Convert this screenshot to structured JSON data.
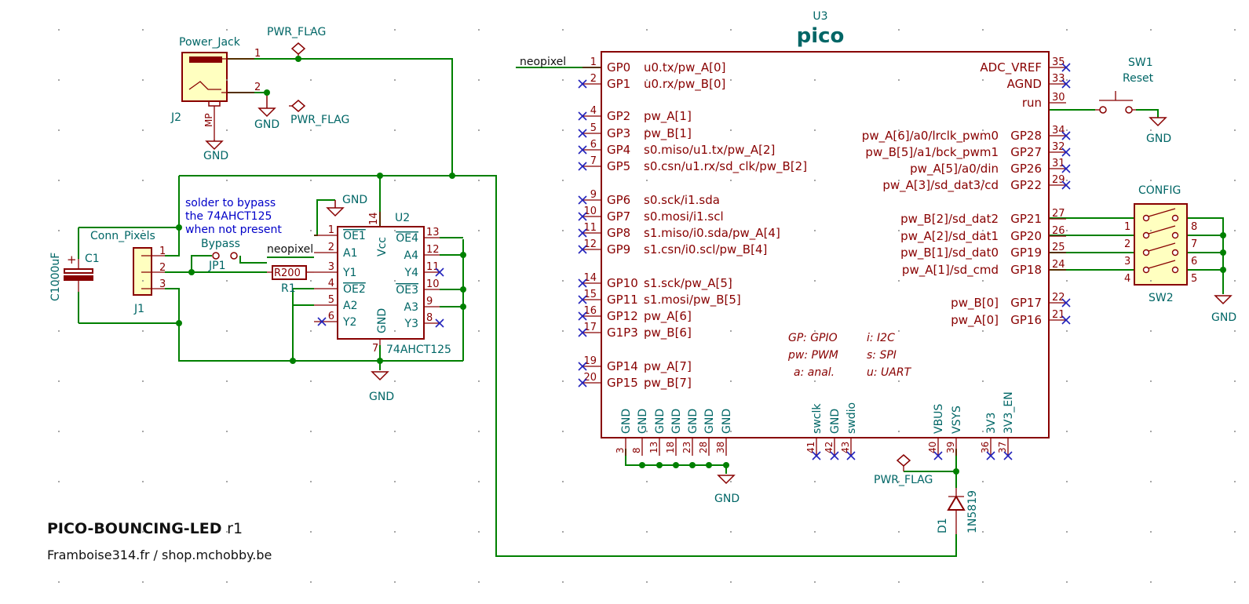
{
  "title_block": {
    "title": "PICO-BOUNCING-LED",
    "revision": "r1",
    "company": "Framboise314.fr / shop.mchobby.be"
  },
  "u3": {
    "ref": "U3",
    "logo": "pico",
    "left_pins": [
      {
        "num": "1",
        "name": "GP0",
        "func": "u0.tx/pw_A[0]"
      },
      {
        "num": "2",
        "name": "GP1",
        "func": "u0.rx/pw_B[0]"
      },
      {
        "num": "4",
        "name": "GP2",
        "func": "pw_A[1]"
      },
      {
        "num": "5",
        "name": "GP3",
        "func": "pw_B[1]"
      },
      {
        "num": "6",
        "name": "GP4",
        "func": "s0.miso/u1.tx/pw_A[2]"
      },
      {
        "num": "7",
        "name": "GP5",
        "func": "s0.csn/u1.rx/sd_clk/pw_B[2]"
      },
      {
        "num": "9",
        "name": "GP6",
        "func": "s0.sck/i1.sda"
      },
      {
        "num": "10",
        "name": "GP7",
        "func": "s0.mosi/i1.scl"
      },
      {
        "num": "11",
        "name": "GP8",
        "func": "s1.miso/i0.sda/pw_A[4]"
      },
      {
        "num": "12",
        "name": "GP9",
        "func": "s1.csn/i0.scl/pw_B[4]"
      },
      {
        "num": "14",
        "name": "GP10",
        "func": "s1.sck/pw_A[5]"
      },
      {
        "num": "15",
        "name": "GP11",
        "func": "s1.mosi/pw_B[5]"
      },
      {
        "num": "16",
        "name": "GP12",
        "func": "pw_A[6]"
      },
      {
        "num": "17",
        "name": "G1P3",
        "func": "pw_B[6]"
      },
      {
        "num": "19",
        "name": "GP14",
        "func": "pw_A[7]"
      },
      {
        "num": "20",
        "name": "GP15",
        "func": "pw_B[7]"
      }
    ],
    "right_pins": [
      {
        "num": "35",
        "name": "ADC_VREF",
        "func": ""
      },
      {
        "num": "33",
        "name": "AGND",
        "func": ""
      },
      {
        "num": "30",
        "name": "run",
        "func": ""
      },
      {
        "num": "34",
        "name": "GP28",
        "func": "pw_A[6]/a0/lrclk_pwm0"
      },
      {
        "num": "32",
        "name": "GP27",
        "func": "pw_B[5]/a1/bck_pwm1"
      },
      {
        "num": "31",
        "name": "GP26",
        "func": "pw_A[5]/a0/din"
      },
      {
        "num": "29",
        "name": "GP22",
        "func": "pw_A[3]/sd_dat3/cd"
      },
      {
        "num": "27",
        "name": "GP21",
        "func": "pw_B[2]/sd_dat2"
      },
      {
        "num": "26",
        "name": "GP20",
        "func": "pw_A[2]/sd_dat1"
      },
      {
        "num": "25",
        "name": "GP19",
        "func": "pw_B[1]/sd_dat0"
      },
      {
        "num": "24",
        "name": "GP18",
        "func": "pw_A[1]/sd_cmd"
      },
      {
        "num": "22",
        "name": "GP17",
        "func": "pw_B[0]"
      },
      {
        "num": "21",
        "name": "GP16",
        "func": "pw_A[0]"
      }
    ],
    "bottom_pins": [
      {
        "num": "3",
        "name": "GND"
      },
      {
        "num": "8",
        "name": "GND"
      },
      {
        "num": "13",
        "name": "GND"
      },
      {
        "num": "18",
        "name": "GND"
      },
      {
        "num": "23",
        "name": "GND"
      },
      {
        "num": "28",
        "name": "GND"
      },
      {
        "num": "38",
        "name": "GND"
      },
      {
        "num": "41",
        "name": "swclk"
      },
      {
        "num": "42",
        "name": "GND"
      },
      {
        "num": "43",
        "name": "swdio"
      },
      {
        "num": "40",
        "name": "VBUS"
      },
      {
        "num": "39",
        "name": "VSYS"
      },
      {
        "num": "36",
        "name": "3V3"
      },
      {
        "num": "37",
        "name": "3V3_EN"
      }
    ],
    "legend": [
      {
        "k": "GP: GPIO",
        "v": "i: I2C"
      },
      {
        "k": "pw: PWM",
        "v": "s: SPI"
      },
      {
        "k": "a: anal.",
        "v": "u: UART"
      }
    ]
  },
  "u2": {
    "ref": "U2",
    "value": "74AHCT125",
    "left_pins": [
      {
        "num": "1",
        "name": "OE1"
      },
      {
        "num": "2",
        "name": "A1"
      },
      {
        "num": "3",
        "name": "Y1"
      },
      {
        "num": "4",
        "name": "OE2"
      },
      {
        "num": "5",
        "name": "A2"
      },
      {
        "num": "6",
        "name": "Y2"
      }
    ],
    "right_pins": [
      {
        "num": "13",
        "name": "OE4"
      },
      {
        "num": "12",
        "name": "A4"
      },
      {
        "num": "11",
        "name": "Y4"
      },
      {
        "num": "10",
        "name": "OE3"
      },
      {
        "num": "9",
        "name": "A3"
      },
      {
        "num": "8",
        "name": "Y3"
      }
    ],
    "vcc": {
      "num": "14",
      "name": "Vcc"
    },
    "gnd": {
      "num": "7",
      "name": "GND"
    }
  },
  "j2": {
    "ref": "J2",
    "value": "Power_Jack",
    "pin1": "1",
    "pin2": "2",
    "mp": "MP"
  },
  "j1": {
    "ref": "J1",
    "value": "Conn_Pixels",
    "pins": [
      "1",
      "2",
      "3"
    ]
  },
  "c1": {
    "ref": "C1",
    "value": "C1000uF",
    "plus": "+"
  },
  "jp1": {
    "ref": "JP1",
    "value": "Bypass"
  },
  "r1": {
    "ref": "R1",
    "value": "R200"
  },
  "sw1": {
    "ref": "SW1",
    "value": "Reset"
  },
  "sw2": {
    "ref": "SW2",
    "value": "CONFIG",
    "left_pins": [
      "1",
      "2",
      "3",
      "4"
    ],
    "right_pins": [
      "8",
      "7",
      "6",
      "5"
    ]
  },
  "d1": {
    "ref": "D1",
    "value": "1N5819"
  },
  "labels": {
    "pwr_flag": "PWR_FLAG",
    "gnd": "GND",
    "neopixel": "neopixel",
    "note_line1": "solder to bypass",
    "note_line2": "the 74AHCT125",
    "note_line3": "when not present"
  }
}
